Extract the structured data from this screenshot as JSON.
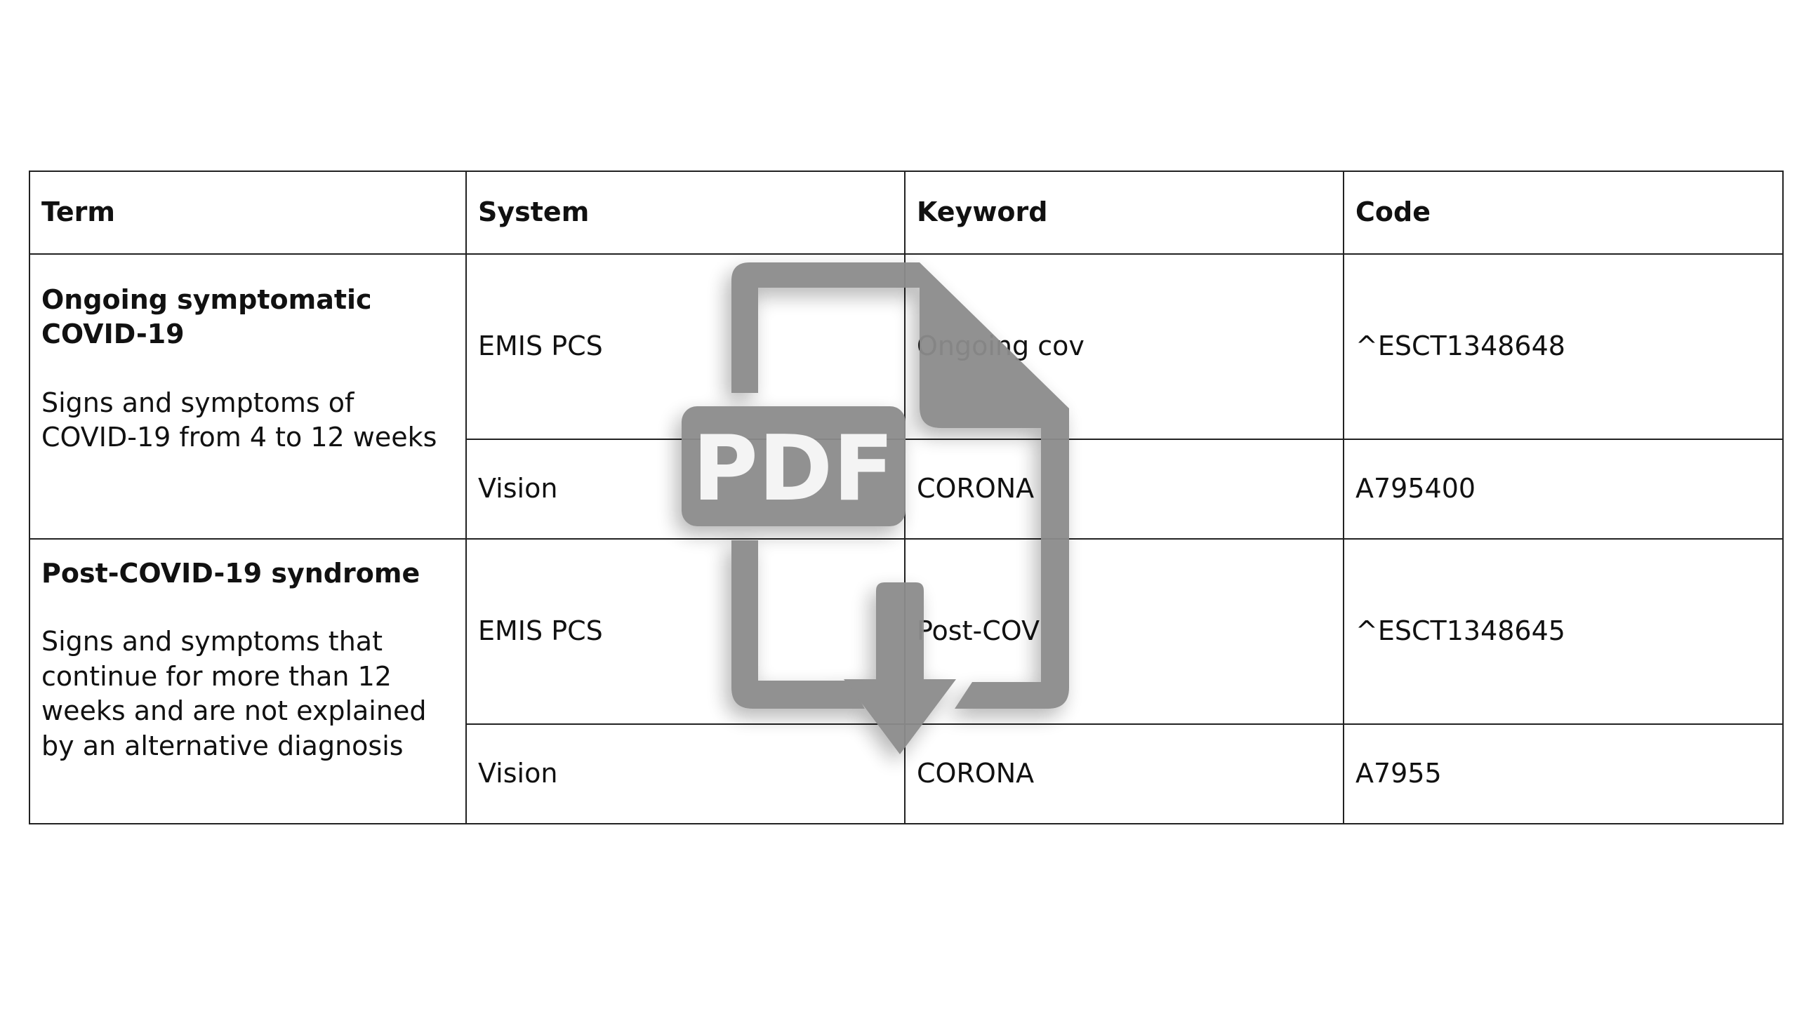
{
  "table": {
    "headers": [
      "Term",
      "System",
      "Keyword",
      "Code"
    ],
    "groups": [
      {
        "term_title": "Ongoing symptomatic COVID-19",
        "term_description": "Signs and symptoms of COVID-19 from 4 to 12 weeks",
        "rows": [
          {
            "system": "EMIS PCS",
            "keyword": "Ongoing cov",
            "code": "^ESCT1348648"
          },
          {
            "system": "Vision",
            "keyword": "CORONA",
            "code": "A795400"
          }
        ]
      },
      {
        "term_title": "Post-COVID-19 syndrome",
        "term_description": "Signs and symptoms that continue for more than 12 weeks and are not explained by an alternative diagnosis",
        "rows": [
          {
            "system": "EMIS PCS",
            "keyword": "Post-COV",
            "code": "^ESCT1348645"
          },
          {
            "system": "Vision",
            "keyword": "CORONA",
            "code": "A7955"
          }
        ]
      }
    ]
  },
  "watermark": {
    "icon": "pdf-download-icon",
    "label": "PDF",
    "color": "#8c8c8c"
  }
}
